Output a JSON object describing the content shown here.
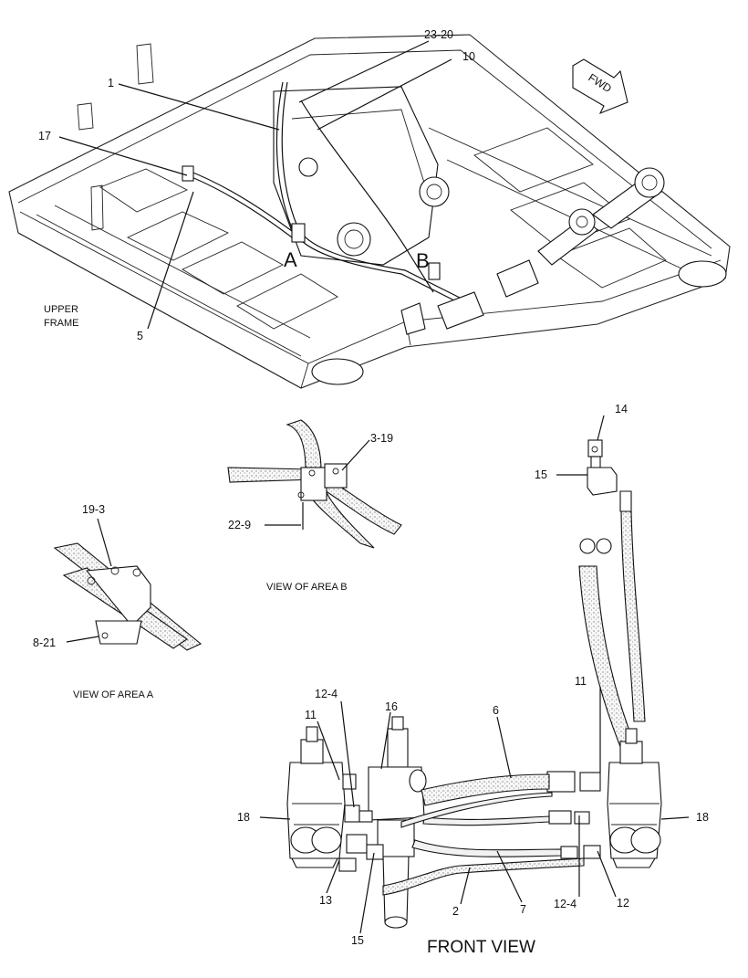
{
  "labels": {
    "l_23_20": "23-20",
    "l_10": "10",
    "l_1": "1",
    "l_17": "17",
    "l_5": "5",
    "l_upper_1": "UPPER",
    "l_upper_2": "FRAME",
    "area_a": "A",
    "area_b": "B",
    "fwd": "FWD",
    "l_3_19": "3-19",
    "l_22_9": "22-9",
    "view_b": "VIEW OF AREA B",
    "l_19_3": "19-3",
    "l_8_21": "8-21",
    "view_a": "VIEW OF AREA A",
    "l_14": "14",
    "l_15_top": "15",
    "l_11_right": "11",
    "l_12_4_top": "12-4",
    "l_16": "16",
    "l_11_left": "11",
    "l_6": "6",
    "l_18_left": "18",
    "l_18_right": "18",
    "l_13": "13",
    "l_15_bottom": "15",
    "l_2": "2",
    "l_7": "7",
    "l_12_4_bottom": "12-4",
    "l_12": "12",
    "front_view": "FRONT VIEW"
  }
}
